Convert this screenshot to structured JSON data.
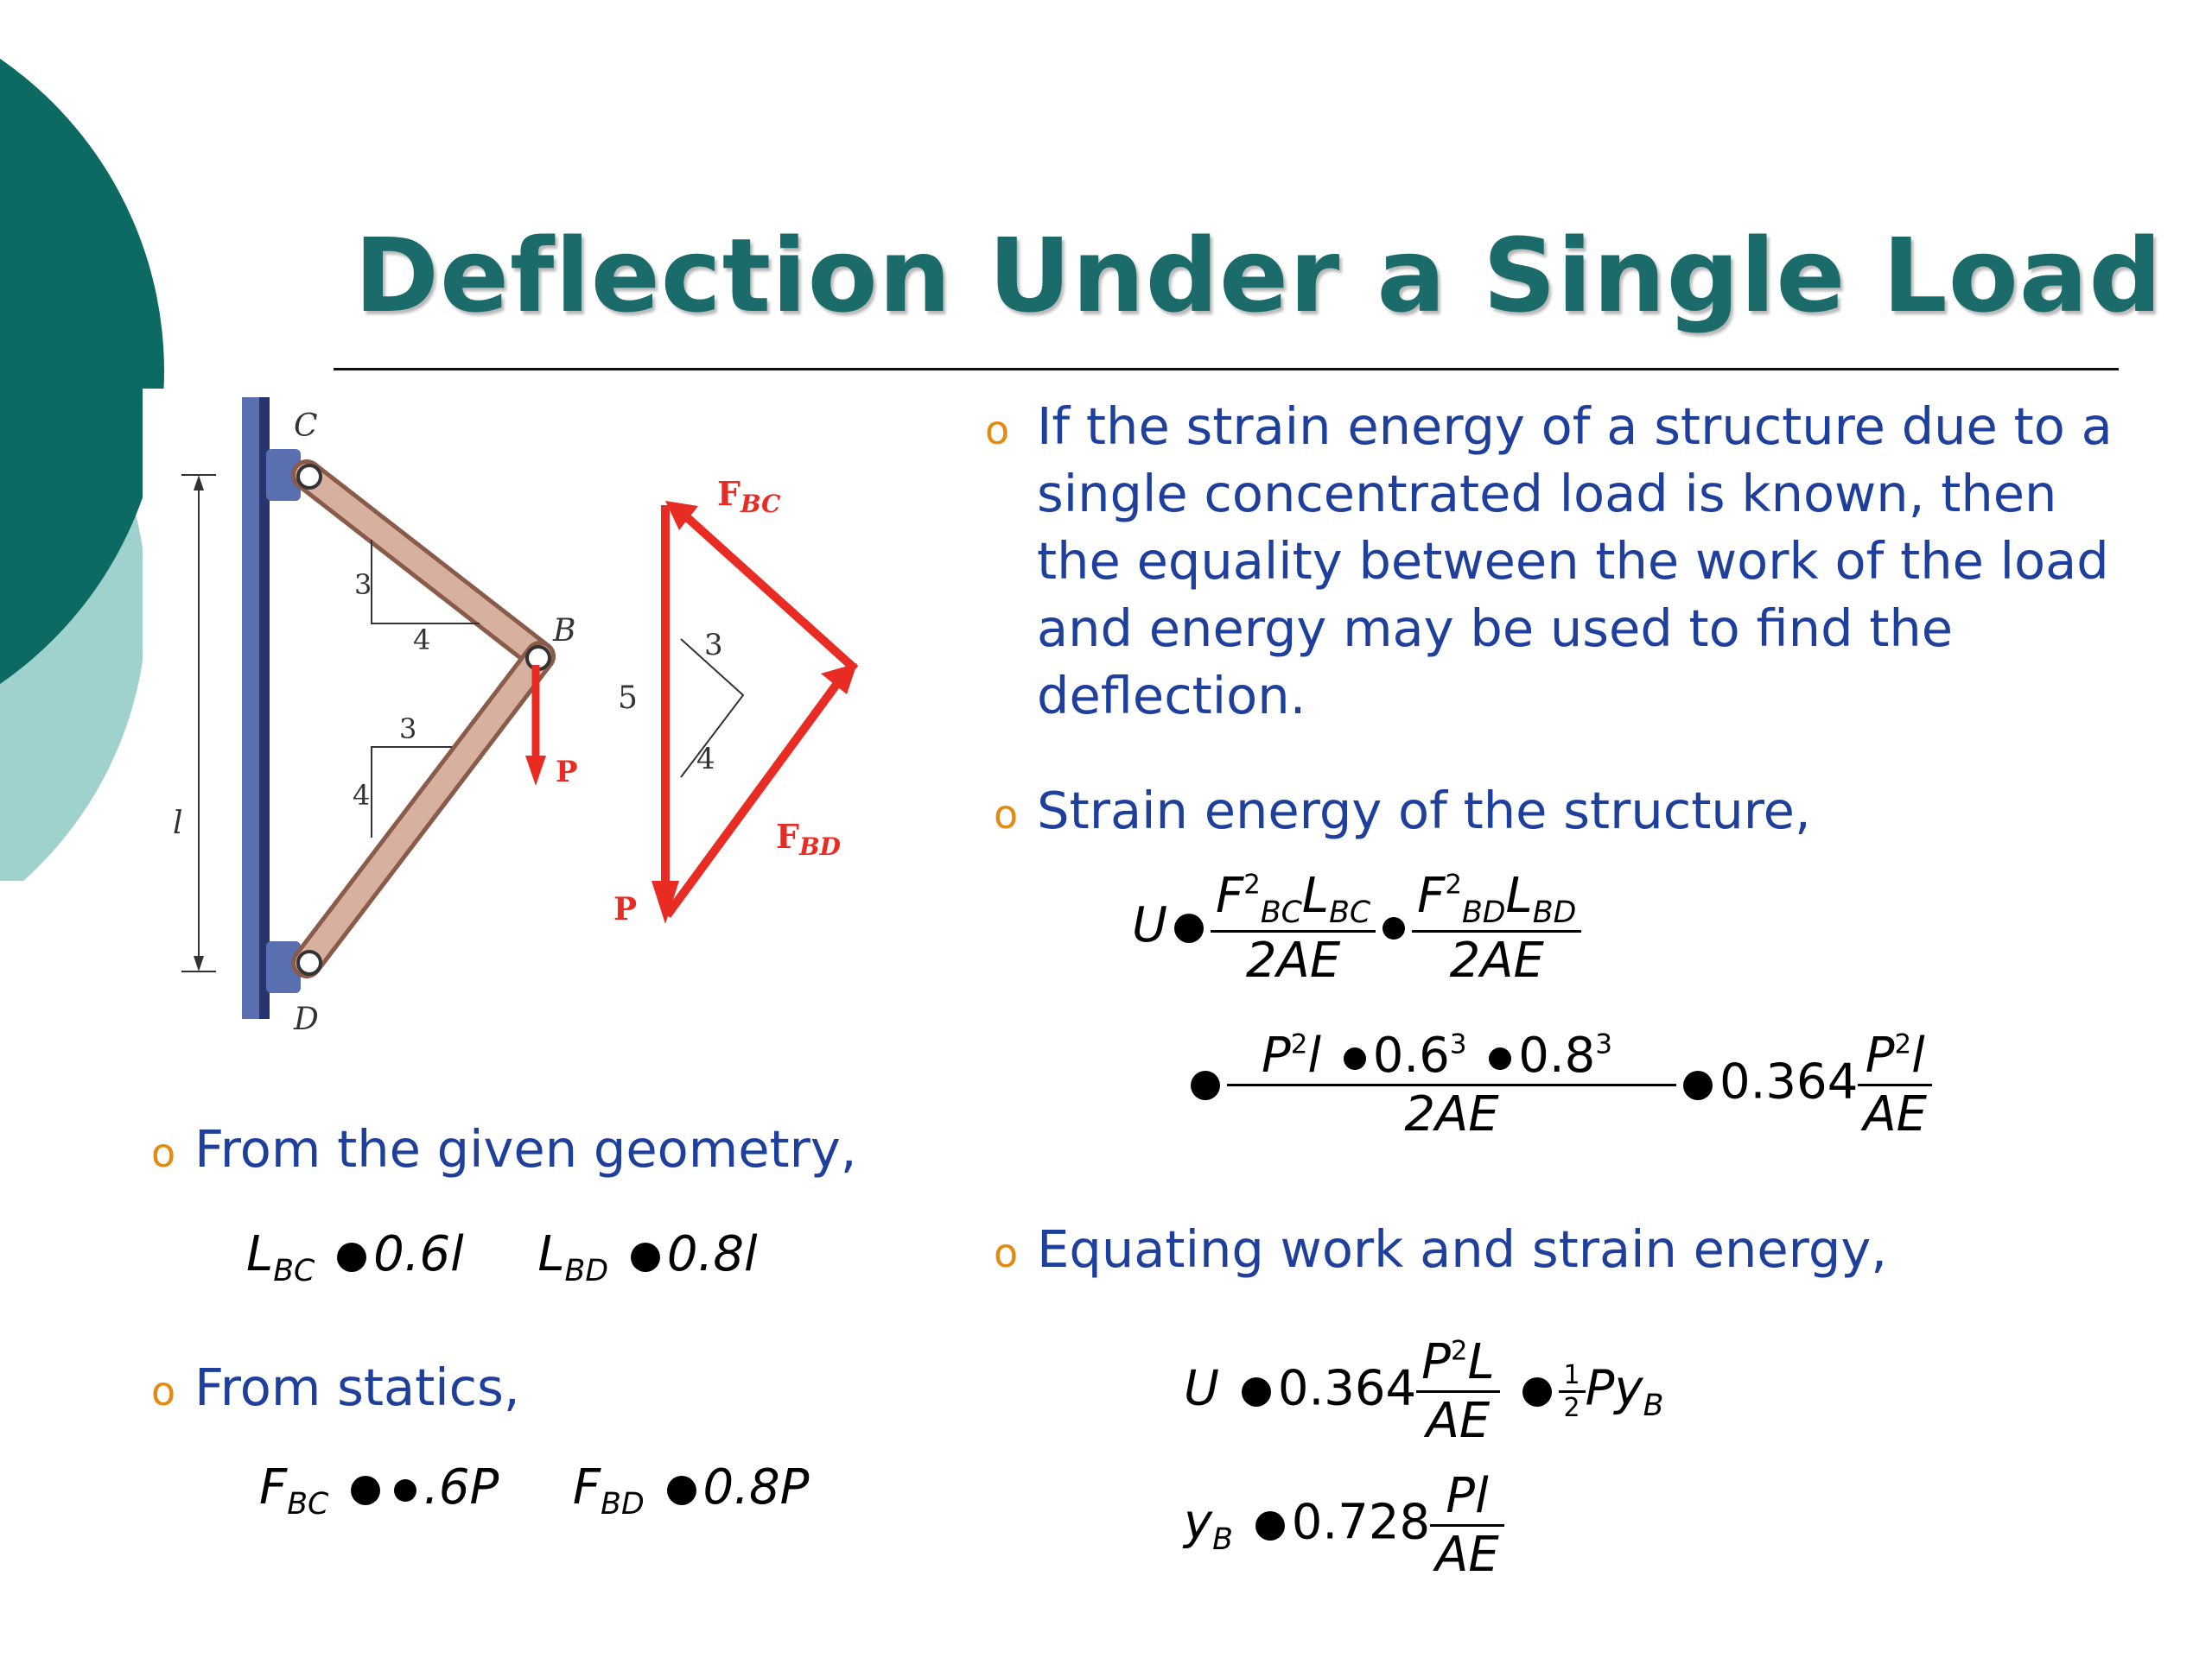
{
  "title": "Deflection Under a Single Load",
  "colors": {
    "teal_dark": "#0d6a63",
    "teal_light": "#9fd1cd",
    "title": "#1c6b6b",
    "bullet_text": "#1f3f9c",
    "bullet_mark": "#e38a12",
    "force_red": "#e82c23"
  },
  "figure": {
    "labels": {
      "c": "C",
      "b": "B",
      "d": "D",
      "p": "P",
      "l": "l",
      "three_top": "3",
      "four_top": "4",
      "three_bot": "3",
      "four_bot": "4"
    },
    "triangle": {
      "fbc": "F",
      "fbc_sub": "BC",
      "fbd": "F",
      "fbd_sub": "BD",
      "p": "P",
      "five": "5",
      "three": "3",
      "four": "4"
    }
  },
  "bullets": {
    "b1": {
      "lines": [
        "If the strain energy of a structure due to a",
        "single concentrated load is known, then",
        "the equality between the work of the load",
        "and energy may be used to find the",
        "deflection."
      ]
    },
    "b2": "Strain energy of the structure,",
    "b3": "From the given geometry,",
    "b4": "From statics,",
    "b5": "Equating work and strain energy,",
    "mark": "o"
  },
  "equations": {
    "u": "U",
    "two_ae": "2AE",
    "p2l": "P",
    "l": "l",
    "c06": "0.6",
    "c08": "0.8",
    "c0364": "0.364",
    "c0728": "0.728",
    "ae": "AE",
    "L": "L",
    "PL_P": "P",
    "F": "F",
    "BC": "BC",
    "BD": "BD",
    "lbc_val": "0.6l",
    "lbd_val": "0.8l",
    "fbc_val": ".6P",
    "fbd_val": "0.8P",
    "half_num": "1",
    "half_den": "2",
    "py": "Py",
    "y": "y",
    "B": "B",
    "pl": "Pl"
  }
}
